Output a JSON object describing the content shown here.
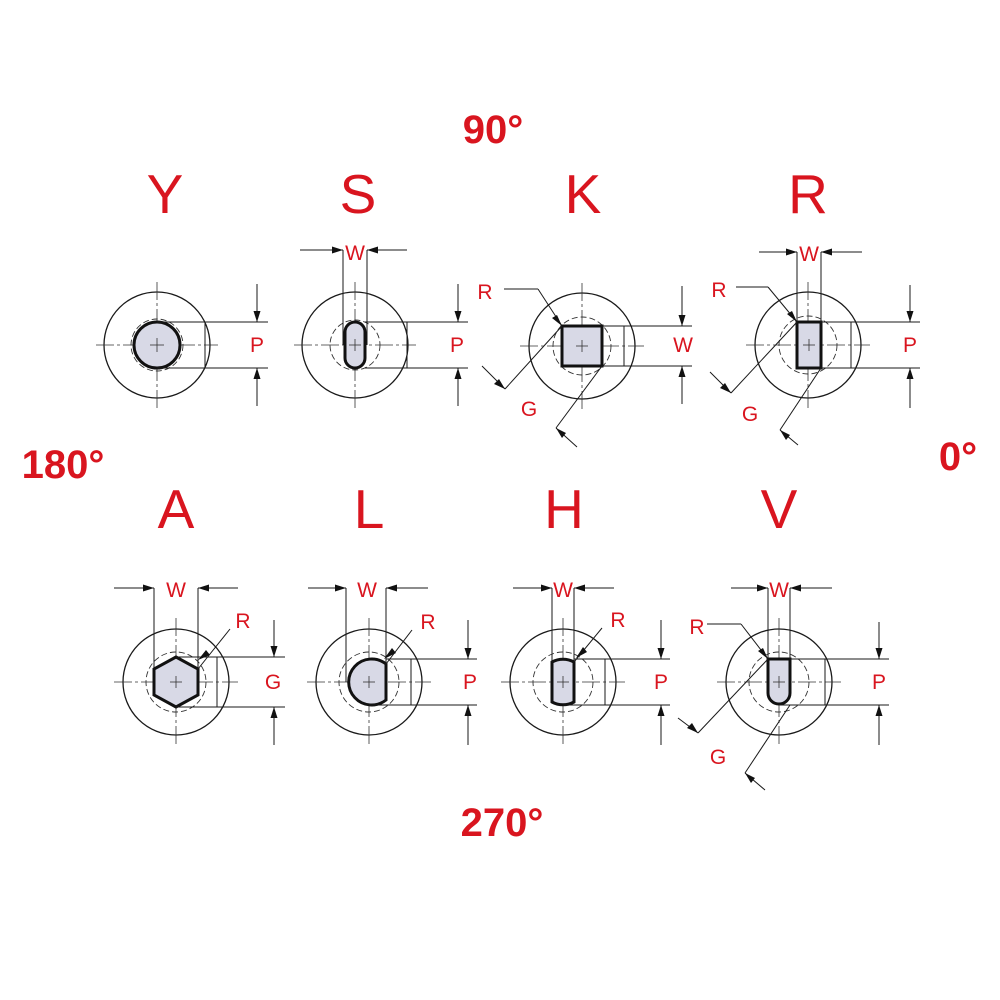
{
  "angles": {
    "top": "90°",
    "left": "180°",
    "right": "0°",
    "bottom": "270°"
  },
  "shafts": [
    {
      "code": "Y",
      "dims": {
        "right": "P"
      }
    },
    {
      "code": "S",
      "dims": {
        "top": "W",
        "right": "P"
      }
    },
    {
      "code": "K",
      "dims": {
        "radius": "R",
        "right": "W",
        "diagonal": "G"
      }
    },
    {
      "code": "R",
      "dims": {
        "top": "W",
        "radius": "R",
        "right": "P",
        "diagonal": "G"
      }
    },
    {
      "code": "A",
      "dims": {
        "top": "W",
        "radius": "R",
        "right": "G"
      }
    },
    {
      "code": "L",
      "dims": {
        "top": "W",
        "radius": "R",
        "right": "P"
      }
    },
    {
      "code": "H",
      "dims": {
        "top": "W",
        "radius": "R",
        "right": "P"
      }
    },
    {
      "code": "V",
      "dims": {
        "top": "W",
        "radius": "R",
        "right": "P",
        "diagonal": "G"
      }
    }
  ],
  "colors": {
    "label": "#d9151f",
    "shape_fill": "#d8d9e6",
    "line": "#1a1a1a"
  }
}
